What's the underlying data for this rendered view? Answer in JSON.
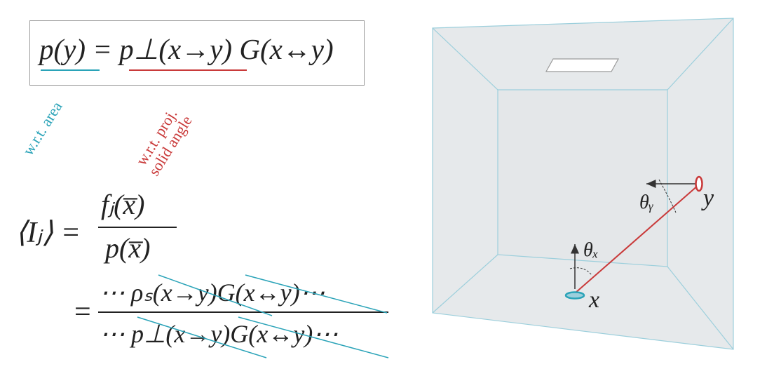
{
  "left": {
    "eq1": "p(y) = p⊥(x→y) G(x↔y)",
    "label_area": "w.r.t. area",
    "label_proj_line1": "w.r.t. proj.",
    "label_proj_line2": "solid angle",
    "eq2_lhs": "⟨Iⱼ⟩ =",
    "eq2_num": "fⱼ(x̅)",
    "eq2_den": "p(x̅)",
    "eq3_eq": "=",
    "eq3_num": "⋯ ρₛ(x→y)G(x↔y)⋯",
    "eq3_den": "⋯ p⊥(x→y)G(x↔y)⋯"
  },
  "right": {
    "label_x": "x",
    "label_y": "y",
    "label_theta_x": "θₓ",
    "label_theta_y": "θᵧ"
  },
  "colors": {
    "blue": "#2aa3b8",
    "red": "#c93a3a",
    "room_fill": "#e6e9eb",
    "room_edge": "#9ccfdc"
  }
}
